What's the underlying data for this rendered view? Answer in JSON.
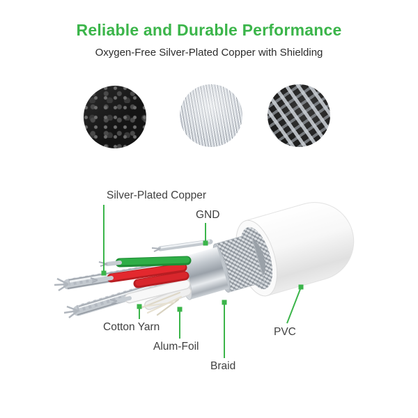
{
  "header": {
    "title": "Reliable and Durable Performance",
    "subtitle": "Oxygen-Free Silver-Plated Copper with Shielding"
  },
  "materials": {
    "copper_granules": "copper-granules-photo",
    "silver_strands": "silver-plated-strands-photo",
    "shield_pieces": "metal-shield-pieces-photo"
  },
  "callouts": {
    "silver_plated_copper": "Silver-Plated Copper",
    "gnd": "GND",
    "cotton_yarn": "Cotton Yarn",
    "alum_foil": "Alum-Foil",
    "braid": "Braid",
    "pvc": "PVC"
  },
  "colors": {
    "accent_green": "#3bb54a",
    "wire_red": "#e3282e",
    "wire_green": "#2fae47",
    "text_dark": "#3f3f3f"
  }
}
